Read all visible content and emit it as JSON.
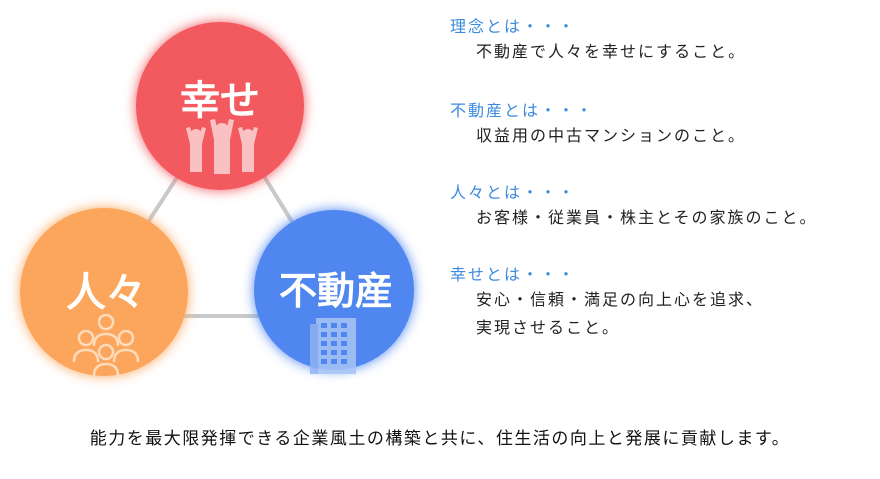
{
  "circles": {
    "shiawase": {
      "label": "幸せ",
      "color": "#f25a5e"
    },
    "hitobito": {
      "label": "人々",
      "color": "#fba65c"
    },
    "fudosan": {
      "label": "不動産",
      "color": "#4f86f0"
    }
  },
  "icons": {
    "shiawase": "people-cheering-icon",
    "hitobito": "group-of-people-icon",
    "fudosan": "office-building-icon"
  },
  "definitions": {
    "rinen": {
      "heading": "理念とは・・・",
      "body": "不動産で人々を幸せにすること。"
    },
    "fudosan": {
      "heading": "不動産とは・・・",
      "body": "収益用の中古マンションのこと。"
    },
    "hitobito": {
      "heading": "人々とは・・・",
      "body": "お客様・従業員・株主とその家族のこと。"
    },
    "shiawase": {
      "heading": "幸せとは・・・",
      "body_line1": "安心・信頼・満足の向上心を追求、",
      "body_line2": "実現させること。"
    }
  },
  "footer": {
    "text": "能力を最大限発揮できる企業風土の構築と共に、住生活の向上と発展に貢献します。"
  }
}
